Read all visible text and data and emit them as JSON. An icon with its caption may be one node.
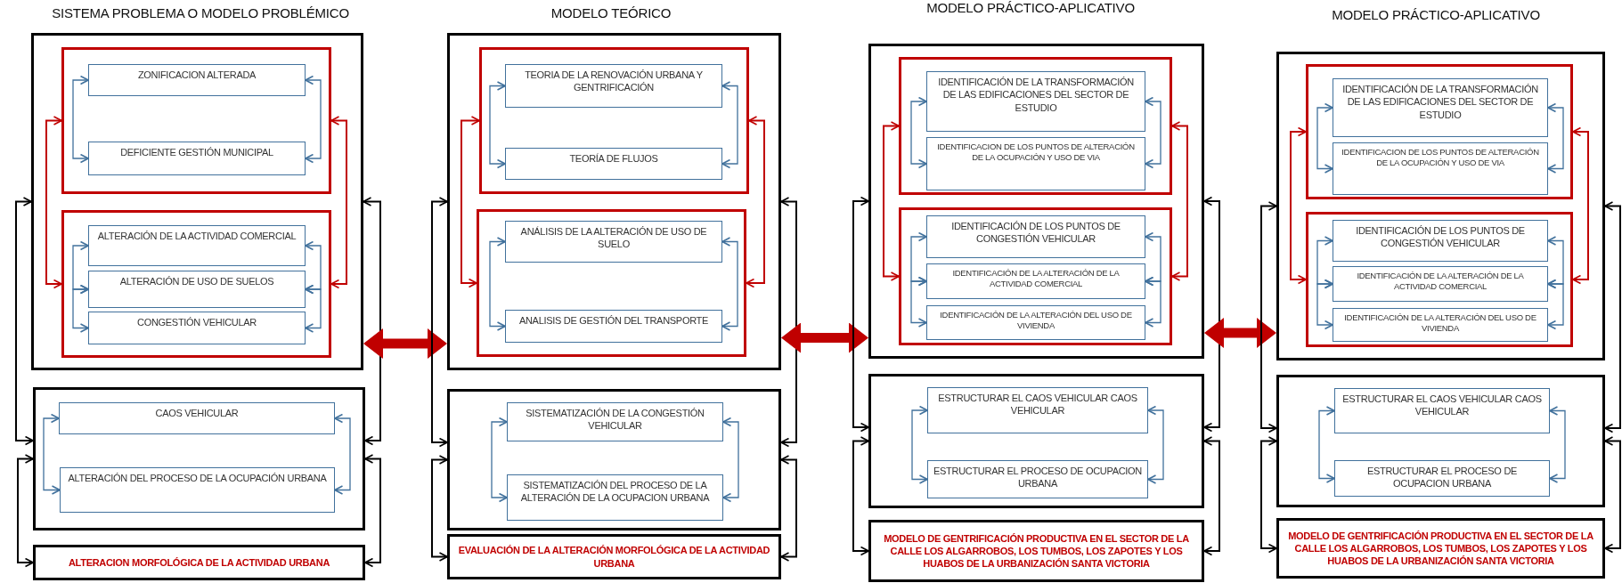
{
  "diagram": {
    "nodes": [
      {
        "text": [],
        "shape": "box"
      },
      {
        "text": [],
        "shape": "box",
        "in": 0
      },
      {
        "text": [
          "ZONIFICACION ALTERADA"
        ],
        "in": 1
      },
      {
        "text": [
          "DEFICIENTE GESTIÓN MUNICIPAL"
        ],
        "in": 1
      },
      {
        "text": [],
        "shape": "box",
        "in": 0
      },
      {
        "text": [
          "ALTERACIÓN DE LA ACTIVIDAD COMERCIAL"
        ],
        "in": 4
      },
      {
        "text": [
          "ALTERACIÓN DE USO DE SUELOS"
        ],
        "in": 4
      },
      {
        "text": [
          "CONGESTIÓN VEHICULAR"
        ],
        "in": 4
      },
      {
        "text": [],
        "shape": "box"
      },
      {
        "text": [
          "CAOS VEHICULAR"
        ],
        "in": 8
      },
      {
        "text": [
          "ALTERACIÓN DEL PROCESO DE LA OCUPACIÓN URBANA"
        ],
        "in": 8
      },
      {
        "text": [
          "ALTERACION MORFOLÓGICA DE LA ACTIVIDAD URBANA"
        ]
      },
      {
        "text": [],
        "shape": "box"
      },
      {
        "text": [],
        "shape": "box",
        "in": 12
      },
      {
        "text": [
          "TEORIA DE LA RENOVACIÓN URBANA Y GENTRIFICACIÓN"
        ],
        "in": 13
      },
      {
        "text": [
          "TEORÍA DE FLUJOS"
        ],
        "in": 13
      },
      {
        "text": [],
        "shape": "box",
        "in": 12
      },
      {
        "text": [
          "ANÁLISIS DE LA ALTERACIÓN DE USO DE SUELO"
        ],
        "in": 16
      },
      {
        "text": [
          "ANALISIS DE GESTIÓN DEL TRANSPORTE"
        ],
        "in": 16
      },
      {
        "text": [],
        "shape": "box"
      },
      {
        "text": [
          "SISTEMATIZACIÓN DE LA CONGESTIÓN VEHICULAR"
        ],
        "in": 19
      },
      {
        "text": [
          "SISTEMATIZACIÓN DEL PROCESO DE LA ALTERACIÓN DE LA OCUPACION URBANA"
        ],
        "in": 19
      },
      {
        "text": [
          "EVALUACIÓN DE LA ALTERACIÓN MORFOLÓGICA DE LA ACTIVIDAD URBANA"
        ]
      },
      {
        "text": [],
        "shape": "box"
      },
      {
        "text": [],
        "shape": "box",
        "in": 23
      },
      {
        "text": [
          "IDENTIFICACIÓN DE LA TRANSFORMACIÓN DE LAS EDIFICACIONES DEL SECTOR DE ESTUDIO"
        ],
        "in": 24
      },
      {
        "text": [
          "IDENTIFICACION DE LOS PUNTOS DE ALTERACIÓN DE LA OCUPACIÓN Y USO DE VIA"
        ],
        "in": 24
      },
      {
        "text": [],
        "shape": "box",
        "in": 23
      },
      {
        "text": [
          "IDENTIFICACIÓN DE LOS PUNTOS DE CONGESTIÓN VEHICULAR"
        ],
        "in": 27
      },
      {
        "text": [
          "IDENTIFICACIÓN DE LA ALTERACIÓN DE LA ACTIVIDAD COMERCIAL"
        ],
        "in": 27
      },
      {
        "text": [
          "IDENTIFICACIÓN DE LA ALTERACIÓN DEL USO DE VIVIENDA"
        ],
        "in": 27
      },
      {
        "text": [],
        "shape": "box"
      },
      {
        "text": [
          "ESTRUCTURAR EL CAOS VEHICULAR CAOS VEHICULAR"
        ],
        "in": 31
      },
      {
        "text": [
          "ESTRUCTURAR EL PROCESO DE OCUPACION URBANA"
        ],
        "in": 31
      },
      {
        "text": [
          "MODELO DE GENTRIFICACIÓN PRODUCTIVA EN EL SECTOR DE LA CALLE LOS ALGARROBOS, LOS TUMBOS, LOS ZAPOTES Y LOS HUABOS DE LA URBANIZACIÓN SANTA VICTORIA"
        ]
      },
      {
        "text": [],
        "shape": "box"
      },
      {
        "text": [],
        "shape": "box",
        "in": 35
      },
      {
        "text": [
          "IDENTIFICACIÓN DE LA TRANSFORMACIÓN DE LAS EDIFICACIONES DEL SECTOR DE ESTUDIO"
        ],
        "in": 36
      },
      {
        "text": [
          "IDENTIFICACION DE LOS PUNTOS DE ALTERACIÓN DE LA OCUPACIÓN Y USO DE VIA"
        ],
        "in": 36
      },
      {
        "text": [],
        "shape": "box",
        "in": 35
      },
      {
        "text": [
          "IDENTIFICACIÓN DE LOS PUNTOS DE CONGESTIÓN VEHICULAR"
        ],
        "in": 39
      },
      {
        "text": [
          "IDENTIFICACIÓN DE LA ALTERACIÓN DE LA ACTIVIDAD COMERCIAL"
        ],
        "in": 39
      },
      {
        "text": [
          "IDENTIFICACIÓN DE LA ALTERACIÓN DEL USO DE VIVIENDA"
        ],
        "in": 39
      },
      {
        "text": [],
        "shape": "box"
      },
      {
        "text": [
          "ESTRUCTURAR EL CAOS VEHICULAR CAOS VEHICULAR"
        ],
        "in": 43
      },
      {
        "text": [
          "ESTRUCTURAR EL PROCESO DE OCUPACION URBANA"
        ],
        "in": 43
      },
      {
        "text": [
          "MODELO DE GENTRIFICACIÓN PRODUCTIVA EN EL SECTOR DE LA CALLE LOS ALGARROBOS, LOS TUMBOS, LOS ZAPOTES Y LOS HUABOS DE LA URBANIZACIÓN SANTA VICTORIA"
        ]
      }
    ],
    "edges": [
      {
        "from": 2,
        "to": 3,
        "arrow": "both"
      },
      {
        "from": 2,
        "to": 3,
        "arrow": "both"
      },
      {
        "from": 5,
        "to": 6,
        "arrow": "both"
      },
      {
        "from": 5,
        "to": 6,
        "arrow": "both"
      },
      {
        "from": 6,
        "to": 7,
        "arrow": "both"
      },
      {
        "from": 6,
        "to": 7,
        "arrow": "both"
      },
      {
        "from": 1,
        "to": 4,
        "arrow": "both",
        "color": "#c00000"
      },
      {
        "from": 1,
        "to": 4,
        "arrow": "both",
        "color": "#c00000"
      },
      {
        "from": 9,
        "to": 10,
        "arrow": "both"
      },
      {
        "from": 9,
        "to": 10,
        "arrow": "both"
      },
      {
        "from": 0,
        "to": 8,
        "arrow": "both",
        "color": "#000000"
      },
      {
        "from": 0,
        "to": 8,
        "arrow": "both",
        "color": "#000000"
      },
      {
        "from": 8,
        "to": 11,
        "arrow": "both",
        "color": "#000000"
      },
      {
        "from": 8,
        "to": 11,
        "arrow": "both",
        "color": "#000000"
      },
      {
        "from": 0,
        "to": 12,
        "arrow": "both",
        "style": "thick",
        "color": "#c00000"
      },
      {
        "from": 14,
        "to": 15,
        "arrow": "both"
      },
      {
        "from": 14,
        "to": 15,
        "arrow": "both"
      },
      {
        "from": 17,
        "to": 18,
        "arrow": "both"
      },
      {
        "from": 17,
        "to": 18,
        "arrow": "both"
      },
      {
        "from": 13,
        "to": 16,
        "arrow": "both",
        "color": "#c00000"
      },
      {
        "from": 13,
        "to": 16,
        "arrow": "both",
        "color": "#c00000"
      },
      {
        "from": 20,
        "to": 21,
        "arrow": "both"
      },
      {
        "from": 20,
        "to": 21,
        "arrow": "both"
      },
      {
        "from": 12,
        "to": 19,
        "arrow": "both",
        "color": "#000000"
      },
      {
        "from": 12,
        "to": 19,
        "arrow": "both",
        "color": "#000000"
      },
      {
        "from": 19,
        "to": 22,
        "arrow": "both",
        "color": "#000000"
      },
      {
        "from": 19,
        "to": 22,
        "arrow": "both",
        "color": "#000000"
      },
      {
        "from": 12,
        "to": 23,
        "arrow": "both",
        "style": "thick",
        "color": "#c00000"
      },
      {
        "from": 25,
        "to": 26,
        "arrow": "both"
      },
      {
        "from": 25,
        "to": 26,
        "arrow": "both"
      },
      {
        "from": 28,
        "to": 29,
        "arrow": "both"
      },
      {
        "from": 28,
        "to": 29,
        "arrow": "both"
      },
      {
        "from": 29,
        "to": 30,
        "arrow": "both"
      },
      {
        "from": 29,
        "to": 30,
        "arrow": "both"
      },
      {
        "from": 24,
        "to": 27,
        "arrow": "both",
        "color": "#c00000"
      },
      {
        "from": 24,
        "to": 27,
        "arrow": "both",
        "color": "#c00000"
      },
      {
        "from": 32,
        "to": 33,
        "arrow": "both"
      },
      {
        "from": 32,
        "to": 33,
        "arrow": "both"
      },
      {
        "from": 23,
        "to": 31,
        "arrow": "both",
        "color": "#000000"
      },
      {
        "from": 23,
        "to": 31,
        "arrow": "both",
        "color": "#000000"
      },
      {
        "from": 31,
        "to": 34,
        "arrow": "both",
        "color": "#000000"
      },
      {
        "from": 31,
        "to": 34,
        "arrow": "both",
        "color": "#000000"
      },
      {
        "from": 23,
        "to": 35,
        "arrow": "both",
        "style": "thick",
        "color": "#c00000"
      },
      {
        "from": 37,
        "to": 38,
        "arrow": "both"
      },
      {
        "from": 37,
        "to": 38,
        "arrow": "both"
      },
      {
        "from": 40,
        "to": 41,
        "arrow": "both"
      },
      {
        "from": 40,
        "to": 41,
        "arrow": "both"
      },
      {
        "from": 41,
        "to": 42,
        "arrow": "both"
      },
      {
        "from": 41,
        "to": 42,
        "arrow": "both"
      },
      {
        "from": 36,
        "to": 39,
        "arrow": "both",
        "color": "#c00000"
      },
      {
        "from": 36,
        "to": 39,
        "arrow": "both",
        "color": "#c00000"
      },
      {
        "from": 44,
        "to": 45,
        "arrow": "both"
      },
      {
        "from": 44,
        "to": 45,
        "arrow": "both"
      },
      {
        "from": 35,
        "to": 43,
        "arrow": "both",
        "color": "#000000"
      },
      {
        "from": 35,
        "to": 43,
        "arrow": "both",
        "color": "#000000"
      },
      {
        "from": 43,
        "to": 46,
        "arrow": "both",
        "color": "#000000"
      },
      {
        "from": 43,
        "to": 46,
        "arrow": "both",
        "color": "#000000"
      }
    ],
    "labels": [
      "SISTEMA PROBLEMA O MODELO PROBLÉMICO",
      "MODELO TEÓRICO",
      "MODELO PRÁCTICO-APLICATIVO",
      "MODELO PRÁCTICO-APLICATIVO"
    ]
  }
}
